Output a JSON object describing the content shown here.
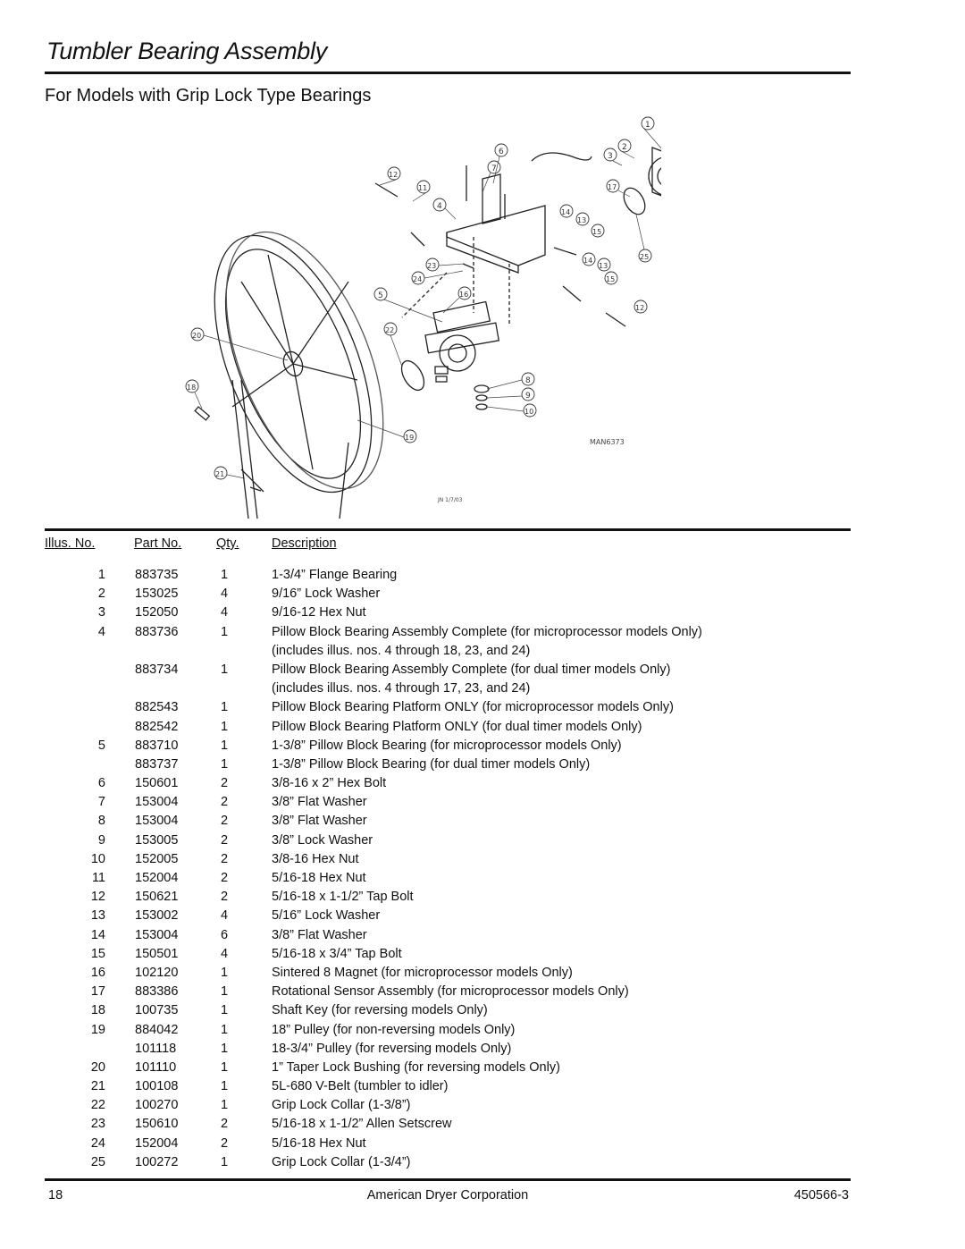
{
  "title": "Tumbler Bearing Assembly",
  "subtitle": "For Models with Grip Lock Type Bearings",
  "diagram": {
    "callouts": [
      "1",
      "2",
      "3",
      "17",
      "25",
      "6",
      "7",
      "12",
      "11",
      "4",
      "14",
      "13",
      "15",
      "23",
      "24",
      "14",
      "13",
      "15",
      "12",
      "5",
      "16",
      "22",
      "20",
      "18",
      "8",
      "9",
      "10",
      "19",
      "21"
    ],
    "drawing_no": "MAN6373",
    "drafter": "JN 1/7/03"
  },
  "table": {
    "headers": {
      "illus": "Illus. No.",
      "part": "Part No.",
      "qty": "Qty.",
      "desc": "Description"
    },
    "rows": [
      {
        "illus": "1",
        "part": "883735",
        "qty": "1",
        "desc": "1-3/4” Flange Bearing"
      },
      {
        "illus": "2",
        "part": "153025",
        "qty": "4",
        "desc": "9/16” Lock Washer"
      },
      {
        "illus": "3",
        "part": "152050",
        "qty": "4",
        "desc": "9/16-12 Hex Nut"
      },
      {
        "illus": "4",
        "part": "883736",
        "qty": "1",
        "desc": "Pillow Block Bearing Assembly Complete (for microprocessor models Only)"
      },
      {
        "illus": "",
        "part": "",
        "qty": "",
        "desc": "(includes illus. nos. 4 through 18, 23, and 24)"
      },
      {
        "illus": "",
        "part": "883734",
        "qty": "1",
        "desc": "Pillow Block Bearing Assembly Complete (for dual timer models Only)"
      },
      {
        "illus": "",
        "part": "",
        "qty": "",
        "desc": "(includes illus. nos. 4 through 17, 23, and 24)"
      },
      {
        "illus": "",
        "part": "882543",
        "qty": "1",
        "desc": "Pillow Block Bearing Platform ONLY (for microprocessor models Only)"
      },
      {
        "illus": "",
        "part": "882542",
        "qty": "1",
        "desc": "Pillow Block Bearing Platform ONLY (for dual timer models Only)"
      },
      {
        "illus": "5",
        "part": "883710",
        "qty": "1",
        "desc": "1-3/8” Pillow Block Bearing (for microprocessor models Only)"
      },
      {
        "illus": "",
        "part": "883737",
        "qty": "1",
        "desc": "1-3/8” Pillow Block Bearing (for dual timer models Only)"
      },
      {
        "illus": "6",
        "part": "150601",
        "qty": "2",
        "desc": "3/8-16 x 2” Hex Bolt"
      },
      {
        "illus": "7",
        "part": "153004",
        "qty": "2",
        "desc": "3/8” Flat Washer"
      },
      {
        "illus": "8",
        "part": "153004",
        "qty": "2",
        "desc": "3/8” Flat Washer"
      },
      {
        "illus": "9",
        "part": "153005",
        "qty": "2",
        "desc": "3/8” Lock Washer"
      },
      {
        "illus": "10",
        "part": "152005",
        "qty": "2",
        "desc": "3/8-16 Hex Nut"
      },
      {
        "illus": "11",
        "part": "152004",
        "qty": "2",
        "desc": "5/16-18 Hex Nut"
      },
      {
        "illus": "12",
        "part": "150621",
        "qty": "2",
        "desc": "5/16-18 x 1-1/2” Tap Bolt"
      },
      {
        "illus": "13",
        "part": "153002",
        "qty": "4",
        "desc": "5/16” Lock Washer"
      },
      {
        "illus": "14",
        "part": "153004",
        "qty": "6",
        "desc": "3/8” Flat Washer"
      },
      {
        "illus": "15",
        "part": "150501",
        "qty": "4",
        "desc": "5/16-18 x 3/4” Tap Bolt"
      },
      {
        "illus": "16",
        "part": "102120",
        "qty": "1",
        "desc": "Sintered 8 Magnet (for microprocessor models Only)"
      },
      {
        "illus": "17",
        "part": "883386",
        "qty": "1",
        "desc": "Rotational Sensor Assembly (for microprocessor models Only)"
      },
      {
        "illus": "18",
        "part": "100735",
        "qty": "1",
        "desc": "Shaft Key (for reversing models Only)"
      },
      {
        "illus": "19",
        "part": "884042",
        "qty": "1",
        "desc": "18” Pulley (for non-reversing models Only)"
      },
      {
        "illus": "",
        "part": "101118",
        "qty": "1",
        "desc": "18-3/4” Pulley (for reversing models Only)"
      },
      {
        "illus": "20",
        "part": "101110",
        "qty": "1",
        "desc": "1” Taper Lock Bushing (for reversing models Only)"
      },
      {
        "illus": "21",
        "part": "100108",
        "qty": "1",
        "desc": "5L-680 V-Belt (tumbler to idler)"
      },
      {
        "illus": "22",
        "part": "100270",
        "qty": "1",
        "desc": "Grip Lock Collar (1-3/8”)"
      },
      {
        "illus": "23",
        "part": "150610",
        "qty": "2",
        "desc": "5/16-18 x 1-1/2” Allen Setscrew"
      },
      {
        "illus": "24",
        "part": "152004",
        "qty": "2",
        "desc": "5/16-18 Hex Nut"
      },
      {
        "illus": "25",
        "part": "100272",
        "qty": "1",
        "desc": "Grip Lock Collar (1-3/4”)"
      }
    ]
  },
  "footer": {
    "page": "18",
    "company": "American Dryer Corporation",
    "doc_no": "450566-3"
  }
}
